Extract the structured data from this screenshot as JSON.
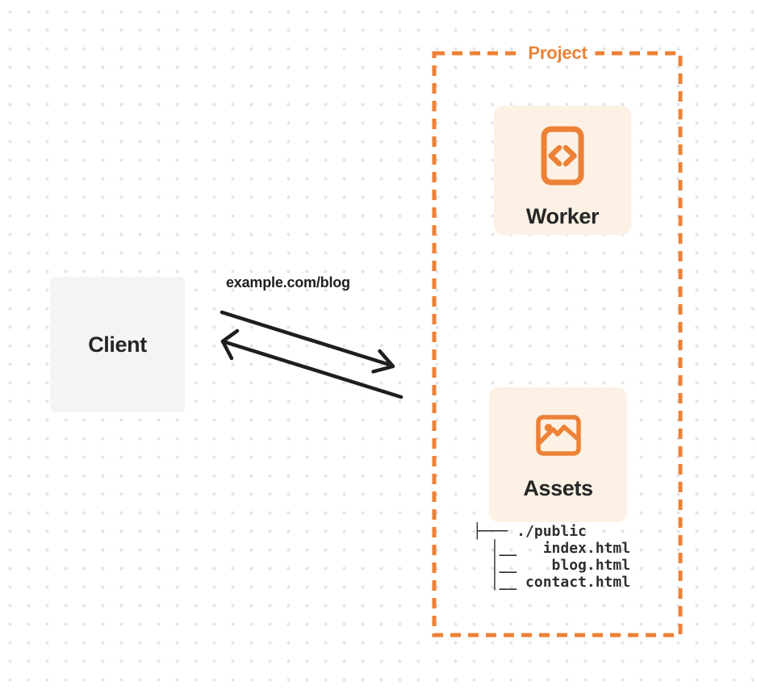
{
  "colors": {
    "accent": "#ED8136",
    "card-bg": "#FCF1E4",
    "client-bg": "#F4F4F6",
    "ink": "#1E1E1E",
    "label-ink": "#262626",
    "tree-ink": "#2F2F2F",
    "dot": "#E4E4E8",
    "page-bg": "#FFFFFF"
  },
  "project": {
    "label": "Project"
  },
  "worker": {
    "label": "Worker",
    "icon": "code-file-icon"
  },
  "assets": {
    "label": "Assets",
    "icon": "image-icon"
  },
  "client": {
    "label": "Client"
  },
  "request": {
    "url_label": "example.com/blog"
  },
  "file_tree": {
    "text": "├─── ./public\n  │__   index.html\n  │__    blog.html\n  │__ contact.html",
    "root": "./public",
    "files": [
      "index.html",
      "blog.html",
      "contact.html"
    ]
  }
}
